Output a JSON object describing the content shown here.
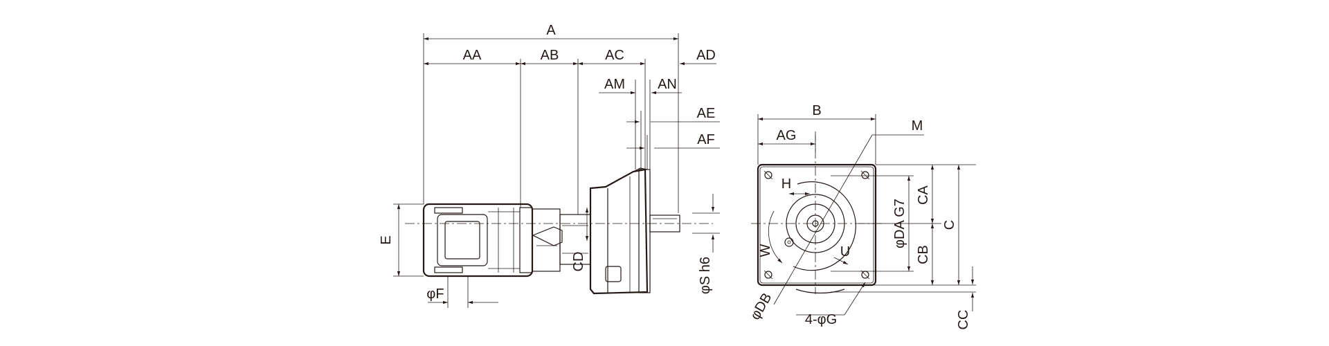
{
  "labels": {
    "A": "A",
    "AA": "AA",
    "AB": "AB",
    "AC": "AC",
    "AD": "AD",
    "AM": "AM",
    "AN": "AN",
    "AE": "AE",
    "AF": "AF",
    "E": "E",
    "F": "φF",
    "CD": "CD",
    "S": "φS h6",
    "B": "B",
    "AG": "AG",
    "M": "M",
    "H": "H",
    "CA": "CA",
    "DA": "φDA G7",
    "C": "C",
    "CB": "CB",
    "W": "W",
    "U": "U",
    "DB": "φDB",
    "G": "4-φG",
    "CC": "CC"
  }
}
